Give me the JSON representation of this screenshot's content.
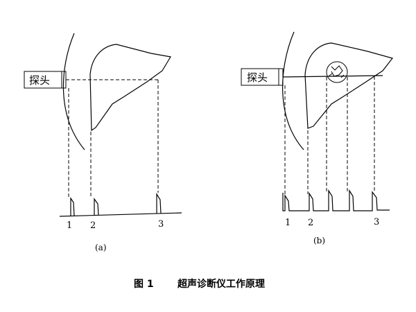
{
  "panel_a": {
    "probe_label": "探头",
    "marker_1": "1",
    "marker_2": "2",
    "marker_3": "3",
    "sub_label": "(a)"
  },
  "panel_b": {
    "probe_label": "探头",
    "marker_1": "1",
    "marker_2": "2",
    "marker_3": "3",
    "sub_label": "(b)"
  },
  "caption": {
    "figure_number": "图 1",
    "title": "超声诊断仪工作原理"
  }
}
